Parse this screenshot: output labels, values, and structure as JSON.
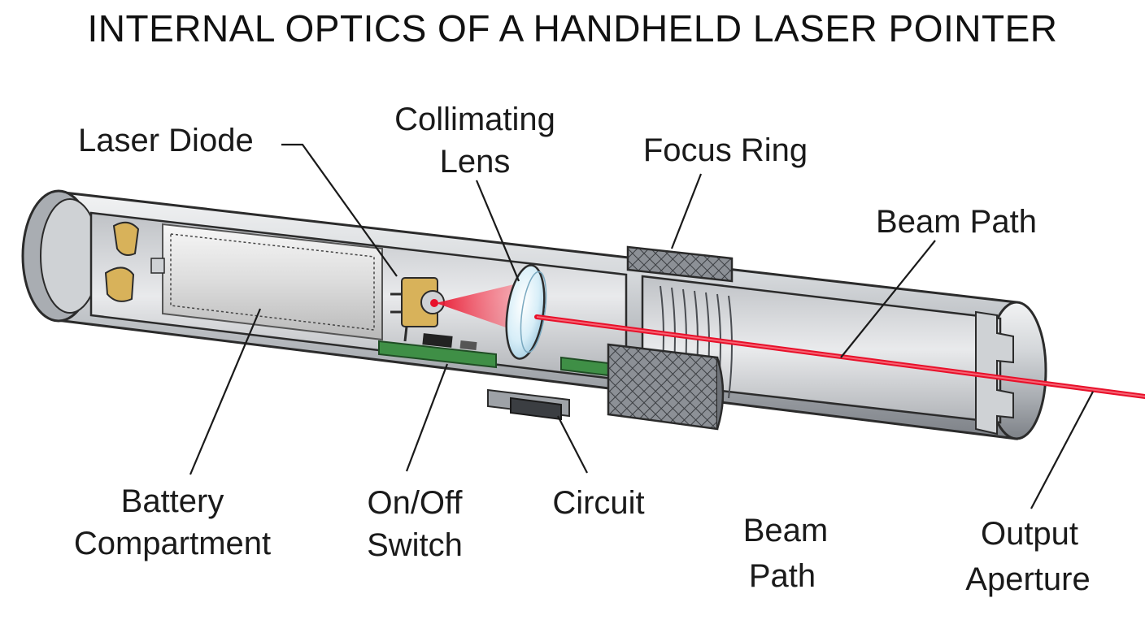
{
  "title": "INTERNAL OPTICS OF A HANDHELD LASER POINTER",
  "labels": {
    "laser_diode": "Laser Diode",
    "collimating_lens": [
      "Collimating",
      "Lens"
    ],
    "focus_ring": "Focus Ring",
    "beam_path_top": "Beam Path",
    "battery_compartment": [
      "Battery",
      "Compartment"
    ],
    "on_off_switch": [
      "On/Off",
      "Switch"
    ],
    "circuit": "Circuit",
    "beam_path_bottom": [
      "Beam",
      "Path"
    ],
    "output_aperture": [
      "Output",
      "Aperture"
    ]
  },
  "colors": {
    "beam": "#e8102a",
    "body_metal": "#c9ccd0",
    "pcb": "#3f8f46",
    "diode_brass": "#d8b25a"
  }
}
